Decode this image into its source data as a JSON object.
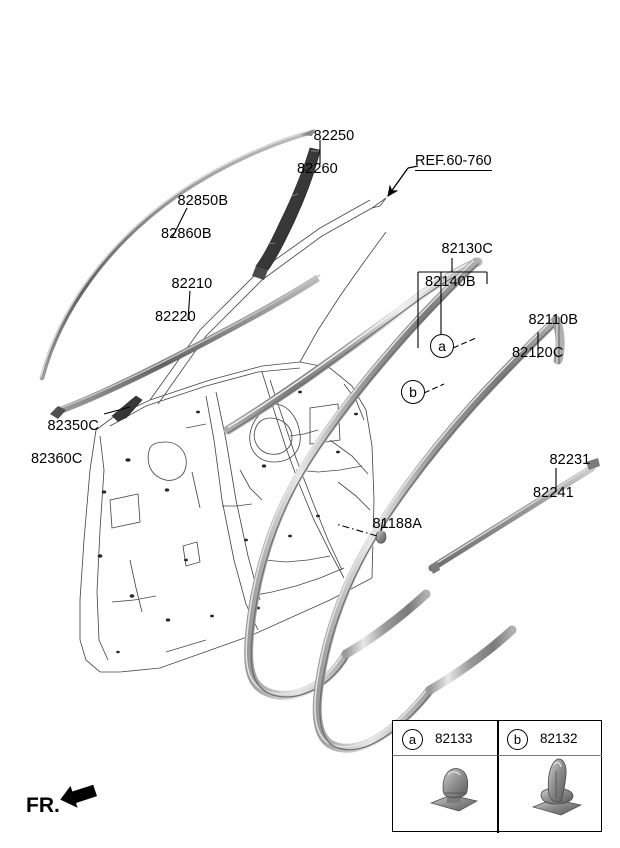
{
  "diagram": {
    "title_text": "",
    "orientation_marker": {
      "label": "FR.",
      "icon": "arrow-left-icon"
    },
    "reference": {
      "label": "REF.60-760"
    },
    "callout_circles": [
      {
        "key": "a",
        "label": "a"
      },
      {
        "key": "b",
        "label": "b"
      }
    ],
    "part_labels": [
      {
        "id": "p82250",
        "name": "garnish-assy-upper-front",
        "lines": [
          "82250",
          "82260"
        ]
      },
      {
        "id": "p82850",
        "name": "weatherstrip-roof-side",
        "lines": [
          "82850B",
          "82860B"
        ]
      },
      {
        "id": "p82210",
        "name": "belt-moulding-outside",
        "lines": [
          "82210",
          "82220"
        ]
      },
      {
        "id": "p82130",
        "name": "run-channel-door-glass",
        "lines": [
          "82130C",
          "82140B"
        ]
      },
      {
        "id": "p82110",
        "name": "weatherstrip-door-side",
        "lines": [
          "82110B",
          "82120C"
        ]
      },
      {
        "id": "p82350",
        "name": "garnish-delta-front",
        "lines": [
          "82350C",
          "82360C"
        ]
      },
      {
        "id": "p82231",
        "name": "belt-moulding-inside",
        "lines": [
          "82231",
          "82241"
        ]
      },
      {
        "id": "p81188",
        "name": "plug-clip",
        "lines": [
          "81188A"
        ]
      }
    ],
    "legend": {
      "name": "clip-legend-table",
      "items": [
        {
          "key": "a",
          "number": "82133",
          "clip": "mushroom-clip"
        },
        {
          "key": "b",
          "number": "82132",
          "clip": "pine-tree-clip"
        }
      ]
    },
    "colors": {
      "line": "#1a1a1a",
      "seal_dark": "#6b6b6b",
      "seal_mid": "#8f8f8f",
      "seal_light": "#c9c9c9",
      "garnish_dark": "#3c3c3c",
      "panel_line": "#555555",
      "text": "#000000",
      "background": "#ffffff"
    }
  }
}
